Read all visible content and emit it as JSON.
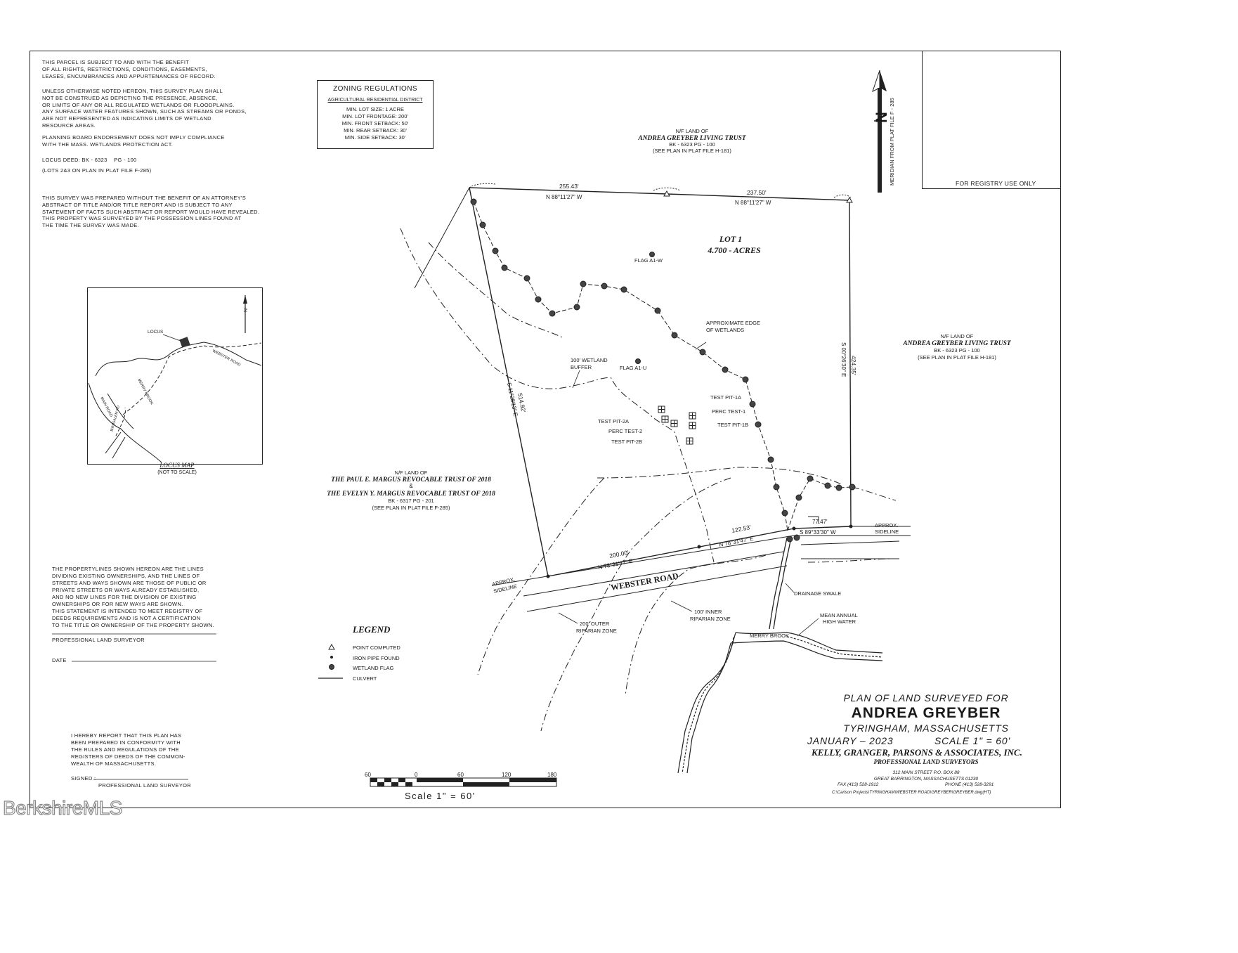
{
  "notes": {
    "n1": "THIS PARCEL IS SUBJECT TO AND WITH THE BENEFIT\nOF ALL RIGHTS, RESTRICTIONS, CONDITIONS, EASEMENTS,\nLEASES, ENCUMBRANCES AND APPURTENANCES OF RECORD.",
    "n2": "UNLESS OTHERWISE NOTED HEREON, THIS SURVEY PLAN SHALL\nNOT BE CONSTRUED AS DEPICTING THE PRESENCE, ABSENCE,\nOR LIMITS OF ANY OR ALL REGULATED WETLANDS OR FLOODPLAINS.\nANY SURFACE WATER FEATURES SHOWN, SUCH AS STREAMS OR PONDS,\nARE NOT REPRESENTED AS INDICATING LIMITS OF WETLAND\nRESOURCE AREAS.",
    "n3": "PLANNING BOARD ENDORSEMENT DOES NOT IMPLY COMPLIANCE\nWITH THE MASS. WETLANDS PROTECTION ACT.",
    "n4": "LOCUS DEED: BK - 6323    PG - 100",
    "n5": "(LOTS 2&3 ON PLAN IN PLAT FILE F-285)",
    "n6": "THIS SURVEY WAS PREPARED WITHOUT THE BENEFIT OF AN ATTORNEY'S\nABSTRACT OF TITLE AND/OR TITLE REPORT AND IS SUBJECT TO ANY\nSTATEMENT OF FACTS SUCH ABSTRACT OR REPORT WOULD HAVE REVEALED.\nTHIS PROPERTY WAS SURVEYED BY THE POSSESSION LINES FOUND AT\nTHE TIME THE SURVEY WAS MADE.",
    "n7": "THE PROPERTYLINES SHOWN HEREON ARE THE LINES\nDIVIDING EXISTING OWNERSHIPS, AND THE LINES OF\nSTREETS AND WAYS SHOWN ARE THOSE OF PUBLIC OR\nPRIVATE STREETS OR WAYS ALREADY ESTABLISHED,\nAND NO NEW LINES FOR THE DIVISION OF EXISTING\nOWNERSHIPS OR FOR NEW WAYS ARE SHOWN.\nTHIS STATEMENT IS INTENDED TO MEET REGISTRY OF\nDEEDS REQUIREMENTS AND IS NOT A CERTIFICATION\nTO THE TITLE OR OWNERSHIP OF THE PROPERTY SHOWN.",
    "surveyor": "PROFESSIONAL LAND SURVEYOR",
    "date": "DATE",
    "n8": "I HEREBY REPORT THAT THIS PLAN HAS\nBEEN PREPARED IN CONFORMITY WITH\nTHE RULES AND REGULATIONS OF THE\nREGISTERS OF DEEDS OF THE COMMON-\nWEALTH OF MASSACHUSETTS.",
    "signed": "SIGNED :",
    "surveyor2": "PROFESSIONAL LAND SURVEYOR"
  },
  "zoning": {
    "title": "ZONING REGULATIONS",
    "district": "AGRICULTURAL RESIDENTIAL DISTRICT",
    "rules": [
      "MIN. LOT SIZE: 1 ACRE",
      "MIN. LOT FRONTAGE: 200'",
      "MIN. FRONT SETBACK: 50'",
      "MIN. REAR SETBACK: 30'",
      "MIN. SIDE SETBACK: 30'"
    ]
  },
  "registry": "FOR REGISTRY USE ONLY",
  "north": {
    "meridian": "MERIDIAN FROM PLAT FILE F - 285",
    "letter": "N"
  },
  "locus_map": {
    "locus": "LOCUS",
    "webster": "WEBSTER ROAD",
    "merry": "MERRY BROOK",
    "main": "MAIN ROAD",
    "jerusalem": "JERUSALEM RD",
    "n": "N",
    "title": "LOCUS MAP",
    "sub": "(NOT TO SCALE)"
  },
  "owners": {
    "north": [
      "N/F LAND OF",
      "ANDREA GREYBER LIVING TRUST",
      "BK - 6323    PG - 100",
      "(SEE PLAN IN PLAT FILE H-181)"
    ],
    "east": [
      "N/F LAND OF",
      "ANDREA GREYBER LIVING TRUST",
      "BK - 6323    PG - 100",
      "(SEE PLAN IN PLAT FILE H-181)"
    ],
    "west": [
      "N/F LAND OF",
      "THE PAUL E. MARGUS REVOCABLE TRUST OF 2018",
      "&",
      "THE EVELYN Y. MARGUS REVOCABLE TRUST OF 2018",
      "BK - 6317    PG - 201",
      "(SEE PLAN IN PLAT FILE F-285)"
    ]
  },
  "lot": {
    "name": "LOT 1",
    "area": "4.700 - ACRES"
  },
  "bounds": {
    "n1_dist": "255.43'",
    "n1_bear": "N 88°11'27\" W",
    "n2_dist": "237.50'",
    "n2_bear": "N 88°11'27\" W",
    "e_dist": "424.35'",
    "e_bear": "S 00°26'30\" E",
    "w_dist": "514.92'",
    "w_bear": "S 11°28'13\" E",
    "s1_dist": "200.00'",
    "s1_bear": "N 78°31'47\" E",
    "s2_dist": "122.53'",
    "s2_bear": "N 78°31'47\" E",
    "s3_dist": "77.47'",
    "s3_bear": "S 89°33'30\" W"
  },
  "labels": {
    "flag_w": "FLAG A1-W",
    "flag_u": "FLAG A1-U",
    "wetlands": [
      "APPROXIMATE EDGE",
      "OF WETLANDS"
    ],
    "buffer": [
      "100' WETLAND",
      "BUFFER"
    ],
    "tp1a": "TEST PIT-1A",
    "perc1": "PERC TEST-1",
    "tp1b": "TEST PIT-1B",
    "tp2a": "TEST PIT-2A",
    "perc2": "PERC TEST-2",
    "tp2b": "TEST PIT-2B",
    "sideline_e": [
      "APPROX.",
      "SIDELINE"
    ],
    "sideline_w": [
      "APPROX.",
      "SIDELINE"
    ],
    "road": "WEBSTER ROAD",
    "swale": "DRAINAGE SWALE",
    "inner": [
      "100' INNER",
      "RIPARIAN ZONE"
    ],
    "outer": [
      "200' OUTER",
      "RIPARIAN ZONE"
    ],
    "mean": [
      "MEAN ANNUAL",
      "HIGH WATER"
    ],
    "brook": "MERRY BROOK"
  },
  "legend": {
    "title": "LEGEND",
    "items": [
      "POINT COMPUTED",
      "IRON PIPE FOUND",
      "WETLAND FLAG",
      "CULVERT"
    ]
  },
  "title_block": {
    "plan": "PLAN OF LAND SURVEYED FOR",
    "owner": "ANDREA GREYBER",
    "town": "TYRINGHAM, MASSACHUSETTS",
    "date": "JANUARY  –  2023",
    "scale": "SCALE     1\"  =  60'",
    "firm": "KELLY, GRANGER, PARSONS & ASSOCIATES, INC.",
    "firm_sub": "PROFESSIONAL LAND SURVEYORS",
    "addr1": "312 MAIN STREET        P.O. BOX 88",
    "addr2": "GREAT BARRINGTON, MASSACHUSETTS 01230",
    "fax": "FAX (413) 528-1912",
    "phone": "PHONE     (413) 528-3291",
    "path": "C:\\Carlson Projects\\TYRINGHAM\\WEBSTER ROAD\\GREYBER\\GREYBER.dwg(HT)"
  },
  "scale_bar": {
    "ticks": [
      "60",
      "0",
      "60",
      "120",
      "180"
    ],
    "caption": "Scale  1\"  =  60'"
  },
  "watermark": "BerkshireMLS"
}
